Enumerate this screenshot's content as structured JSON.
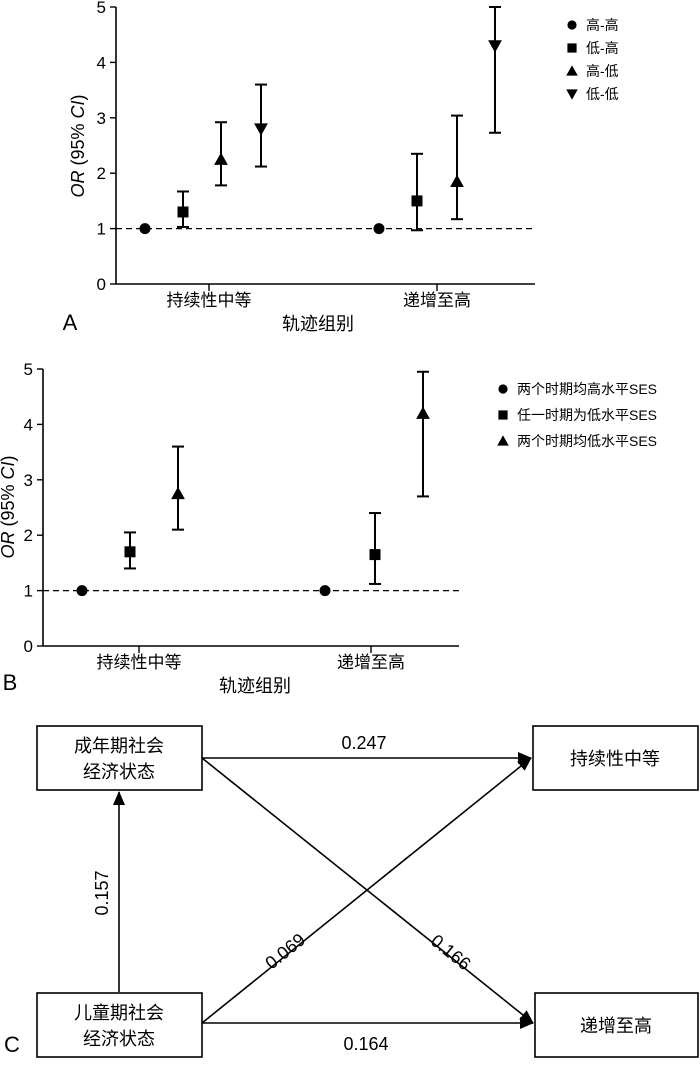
{
  "chart_data": [
    {
      "type": "scatter",
      "panel_label": "A",
      "xlabel": "轨迹组别",
      "ylabel_italic": "OR",
      "ylabel_rest": " (95% ",
      "ylabel_ci": "CI",
      "ylabel_close": ")",
      "ylim": [
        0,
        5
      ],
      "yticks": [
        "0",
        "1",
        "2",
        "3",
        "4",
        "5"
      ],
      "reference_line": 1,
      "categories": [
        "持续性中等",
        "递增至高"
      ],
      "legend_position": "top-right",
      "series": [
        {
          "name": "高-高",
          "marker": "circle",
          "values": [
            1.0,
            1.0
          ],
          "ci_low": [
            null,
            null
          ],
          "ci_high": [
            null,
            null
          ]
        },
        {
          "name": "低-高",
          "marker": "square",
          "values": [
            1.3,
            1.5
          ],
          "ci_low": [
            1.03,
            0.97
          ],
          "ci_high": [
            1.67,
            2.35
          ]
        },
        {
          "name": "高-低",
          "marker": "triangle-up",
          "values": [
            2.25,
            1.85
          ],
          "ci_low": [
            1.78,
            1.17
          ],
          "ci_high": [
            2.92,
            3.04
          ]
        },
        {
          "name": "低-低",
          "marker": "triangle-down",
          "values": [
            2.8,
            4.3
          ],
          "ci_low": [
            2.12,
            2.73
          ],
          "ci_high": [
            3.6,
            5.0
          ]
        }
      ]
    },
    {
      "type": "scatter",
      "panel_label": "B",
      "xlabel": "轨迹组别",
      "ylabel_italic": "OR",
      "ylabel_rest": " (95% ",
      "ylabel_ci": "CI",
      "ylabel_close": ")",
      "ylim": [
        0,
        5
      ],
      "yticks": [
        "0",
        "1",
        "2",
        "3",
        "4",
        "5"
      ],
      "reference_line": 1,
      "categories": [
        "持续性中等",
        "递增至高"
      ],
      "legend_position": "top-right",
      "series": [
        {
          "name": "两个时期均高水平SES",
          "marker": "circle",
          "values": [
            1.0,
            1.0
          ],
          "ci_low": [
            null,
            null
          ],
          "ci_high": [
            null,
            null
          ]
        },
        {
          "name": "任一时期为低水平SES",
          "marker": "square",
          "values": [
            1.7,
            1.65
          ],
          "ci_low": [
            1.4,
            1.12
          ],
          "ci_high": [
            2.05,
            2.4
          ]
        },
        {
          "name": "两个时期均低水平SES",
          "marker": "triangle-up",
          "values": [
            2.75,
            4.2
          ],
          "ci_low": [
            2.1,
            2.7
          ],
          "ci_high": [
            3.6,
            4.95
          ]
        }
      ]
    }
  ],
  "diagram": {
    "panel_label": "C",
    "nodes": {
      "adult_line1": "成年期社会",
      "adult_line2": "经济状态",
      "child_line1": "儿童期社会",
      "child_line2": "经济状态",
      "moderate": "持续性中等",
      "increasing": "递增至高"
    },
    "paths": {
      "adult_to_moderate": "0.247",
      "adult_to_increasing": "0.166",
      "child_to_adult": "0.157",
      "child_to_moderate": "0.069",
      "child_to_increasing": "0.164"
    }
  }
}
